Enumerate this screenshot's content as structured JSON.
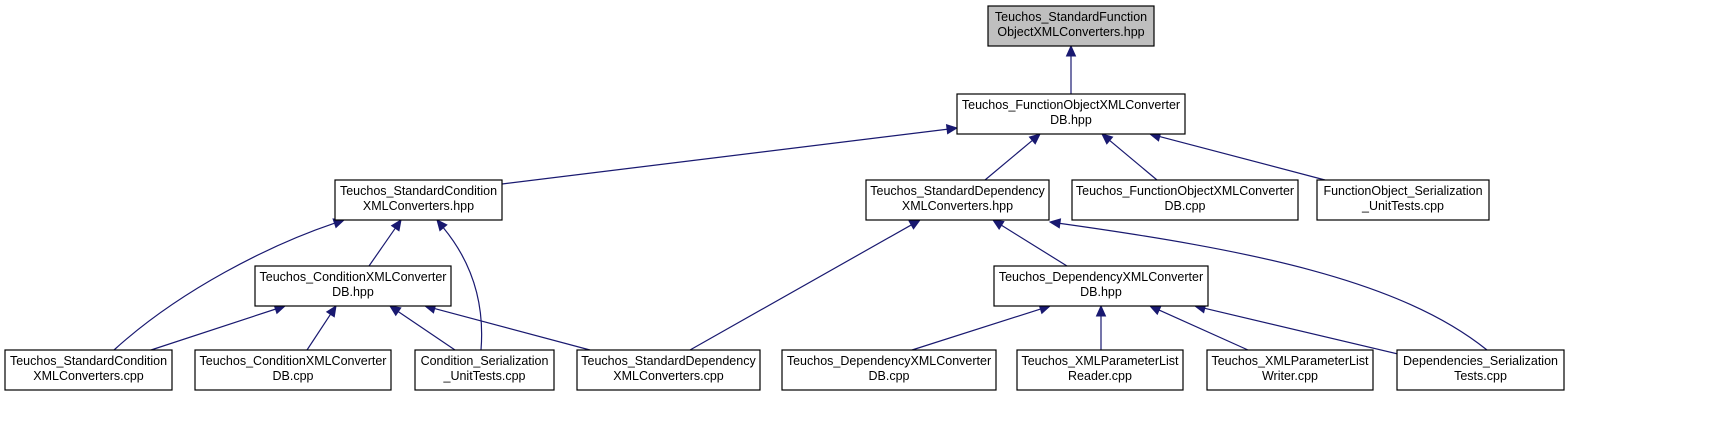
{
  "diagram": {
    "type": "include-dependency-graph",
    "colors": {
      "root_fill": "#bfbfbf",
      "node_fill": "#ffffff",
      "edge": "#191970",
      "border": "#000000"
    },
    "nodes": [
      {
        "id": "root",
        "lines": [
          "Teuchos_StandardFunction",
          "ObjectXMLConverters.hpp"
        ],
        "root": true
      },
      {
        "id": "fo_db_hpp",
        "lines": [
          "Teuchos_FunctionObjectXMLConverter",
          "DB.hpp"
        ]
      },
      {
        "id": "std_cond_hpp",
        "lines": [
          "Teuchos_StandardCondition",
          "XMLConverters.hpp"
        ]
      },
      {
        "id": "std_dep_hpp",
        "lines": [
          "Teuchos_StandardDependency",
          "XMLConverters.hpp"
        ]
      },
      {
        "id": "fo_db_cpp",
        "lines": [
          "Teuchos_FunctionObjectXMLConverter",
          "DB.cpp"
        ]
      },
      {
        "id": "fo_ser",
        "lines": [
          "FunctionObject_Serialization",
          "_UnitTests.cpp"
        ]
      },
      {
        "id": "cond_db_hpp",
        "lines": [
          "Teuchos_ConditionXMLConverter",
          "DB.hpp"
        ]
      },
      {
        "id": "dep_db_hpp",
        "lines": [
          "Teuchos_DependencyXMLConverter",
          "DB.hpp"
        ]
      },
      {
        "id": "std_cond_cpp",
        "lines": [
          "Teuchos_StandardCondition",
          "XMLConverters.cpp"
        ]
      },
      {
        "id": "cond_db_cpp",
        "lines": [
          "Teuchos_ConditionXMLConverter",
          "DB.cpp"
        ]
      },
      {
        "id": "cond_ser",
        "lines": [
          "Condition_Serialization",
          "_UnitTests.cpp"
        ]
      },
      {
        "id": "std_dep_cpp",
        "lines": [
          "Teuchos_StandardDependency",
          "XMLConverters.cpp"
        ]
      },
      {
        "id": "dep_db_cpp",
        "lines": [
          "Teuchos_DependencyXMLConverter",
          "DB.cpp"
        ]
      },
      {
        "id": "xml_reader",
        "lines": [
          "Teuchos_XMLParameterList",
          "Reader.cpp"
        ]
      },
      {
        "id": "xml_writer",
        "lines": [
          "Teuchos_XMLParameterList",
          "Writer.cpp"
        ]
      },
      {
        "id": "dep_ser",
        "lines": [
          "Dependencies_Serialization",
          "Tests.cpp"
        ]
      }
    ],
    "edges": [
      {
        "from": "fo_db_hpp",
        "to": "root"
      },
      {
        "from": "std_cond_hpp",
        "to": "fo_db_hpp"
      },
      {
        "from": "std_dep_hpp",
        "to": "fo_db_hpp"
      },
      {
        "from": "fo_db_cpp",
        "to": "fo_db_hpp"
      },
      {
        "from": "fo_ser",
        "to": "fo_db_hpp"
      },
      {
        "from": "cond_db_hpp",
        "to": "std_cond_hpp"
      },
      {
        "from": "std_cond_cpp",
        "to": "std_cond_hpp"
      },
      {
        "from": "cond_ser",
        "to": "std_cond_hpp"
      },
      {
        "from": "std_cond_cpp",
        "to": "cond_db_hpp"
      },
      {
        "from": "cond_db_cpp",
        "to": "cond_db_hpp"
      },
      {
        "from": "cond_ser",
        "to": "cond_db_hpp"
      },
      {
        "from": "std_dep_cpp",
        "to": "cond_db_hpp"
      },
      {
        "from": "std_dep_cpp",
        "to": "std_dep_hpp"
      },
      {
        "from": "dep_db_hpp",
        "to": "std_dep_hpp"
      },
      {
        "from": "dep_ser",
        "to": "std_dep_hpp"
      },
      {
        "from": "dep_db_cpp",
        "to": "dep_db_hpp"
      },
      {
        "from": "xml_reader",
        "to": "dep_db_hpp"
      },
      {
        "from": "xml_writer",
        "to": "dep_db_hpp"
      },
      {
        "from": "dep_ser",
        "to": "dep_db_hpp"
      }
    ]
  }
}
